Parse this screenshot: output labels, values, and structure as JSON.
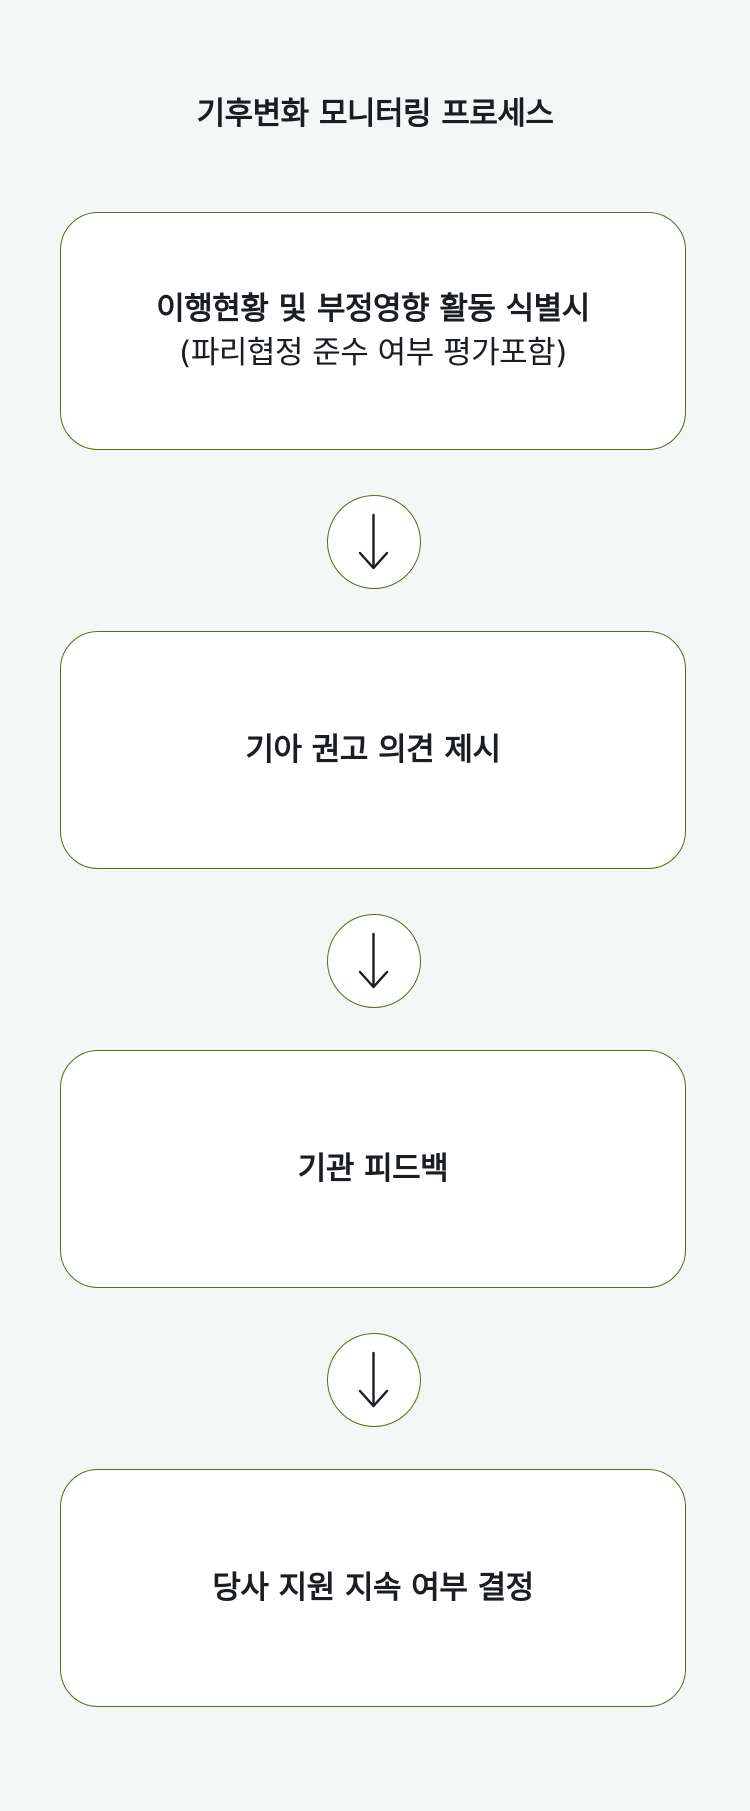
{
  "title": "기후변화 모니터링 프로세스",
  "steps": [
    {
      "label": "이행현황 및 부정영향 활동 식별시",
      "sublabel": "(파리협정 준수 여부 평가포함)"
    },
    {
      "label": "기아 권고 의견 제시"
    },
    {
      "label": "기관 피드백"
    },
    {
      "label": "당사 지원 지속 여부 결정"
    }
  ],
  "colors": {
    "background": "#f5f7f6",
    "border": "#4e6e1e",
    "box_fill": "#ffffff",
    "text": "#1a1d22"
  },
  "icons": {
    "connector": "arrow-down-icon"
  }
}
